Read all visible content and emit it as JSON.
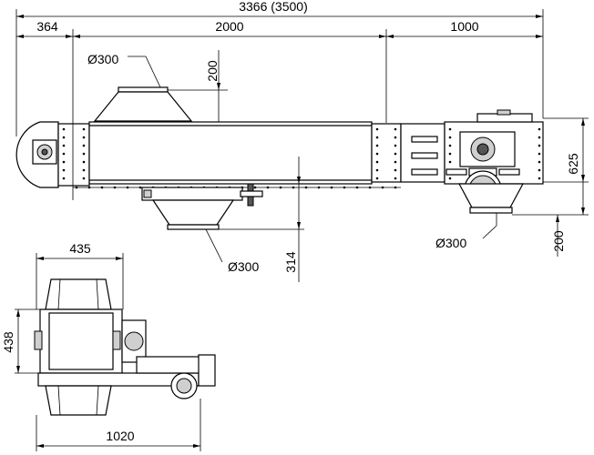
{
  "dimensions": {
    "overall_length": "3366 (3500)",
    "inlet_offset": "364",
    "body_length": "2000",
    "drive_length": "1000",
    "inlet_diameter": "Ø300",
    "inlet_height": "200",
    "outlet_diameter_mid": "Ø300",
    "outlet_depth": "314",
    "outlet_diameter_end": "Ø300",
    "end_height": "625",
    "end_outlet_height": "200",
    "plan_width_top": "435",
    "plan_height": "438",
    "plan_total_width": "1020"
  }
}
